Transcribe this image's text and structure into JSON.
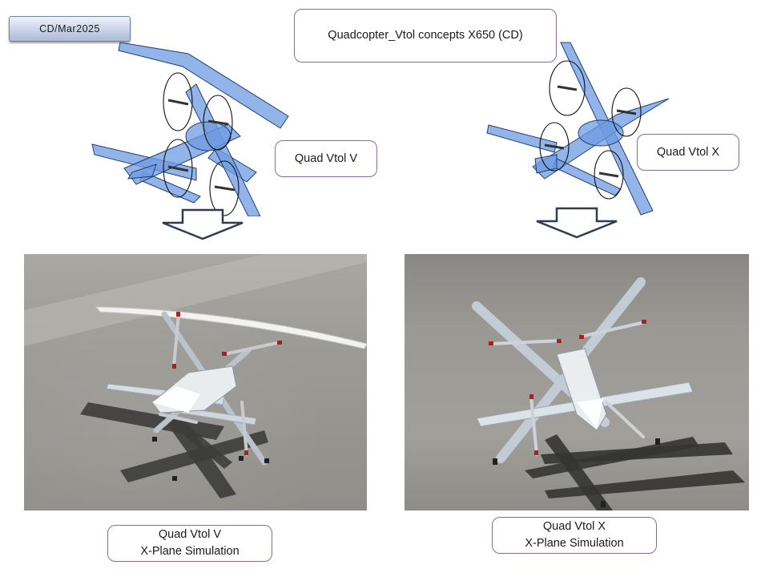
{
  "date_badge": "CD/Mar2025",
  "title": "Quadcopter_Vtol concepts X650 (CD)",
  "labels": {
    "quad_v": "Quad Vtol V",
    "quad_x": "Quad Vtol X"
  },
  "captions": {
    "quad_v": {
      "line1": "Quad Vtol V",
      "line2": "X-Plane Simulation"
    },
    "quad_x": {
      "line1": "Quad Vtol X",
      "line2": "X-Plane Simulation"
    }
  },
  "colors": {
    "sketch_blue": "#5b8fd8",
    "callout_border": "#8b6a9e",
    "arrow": "#2f3d4f",
    "prop_tip": "#b31c1c"
  }
}
